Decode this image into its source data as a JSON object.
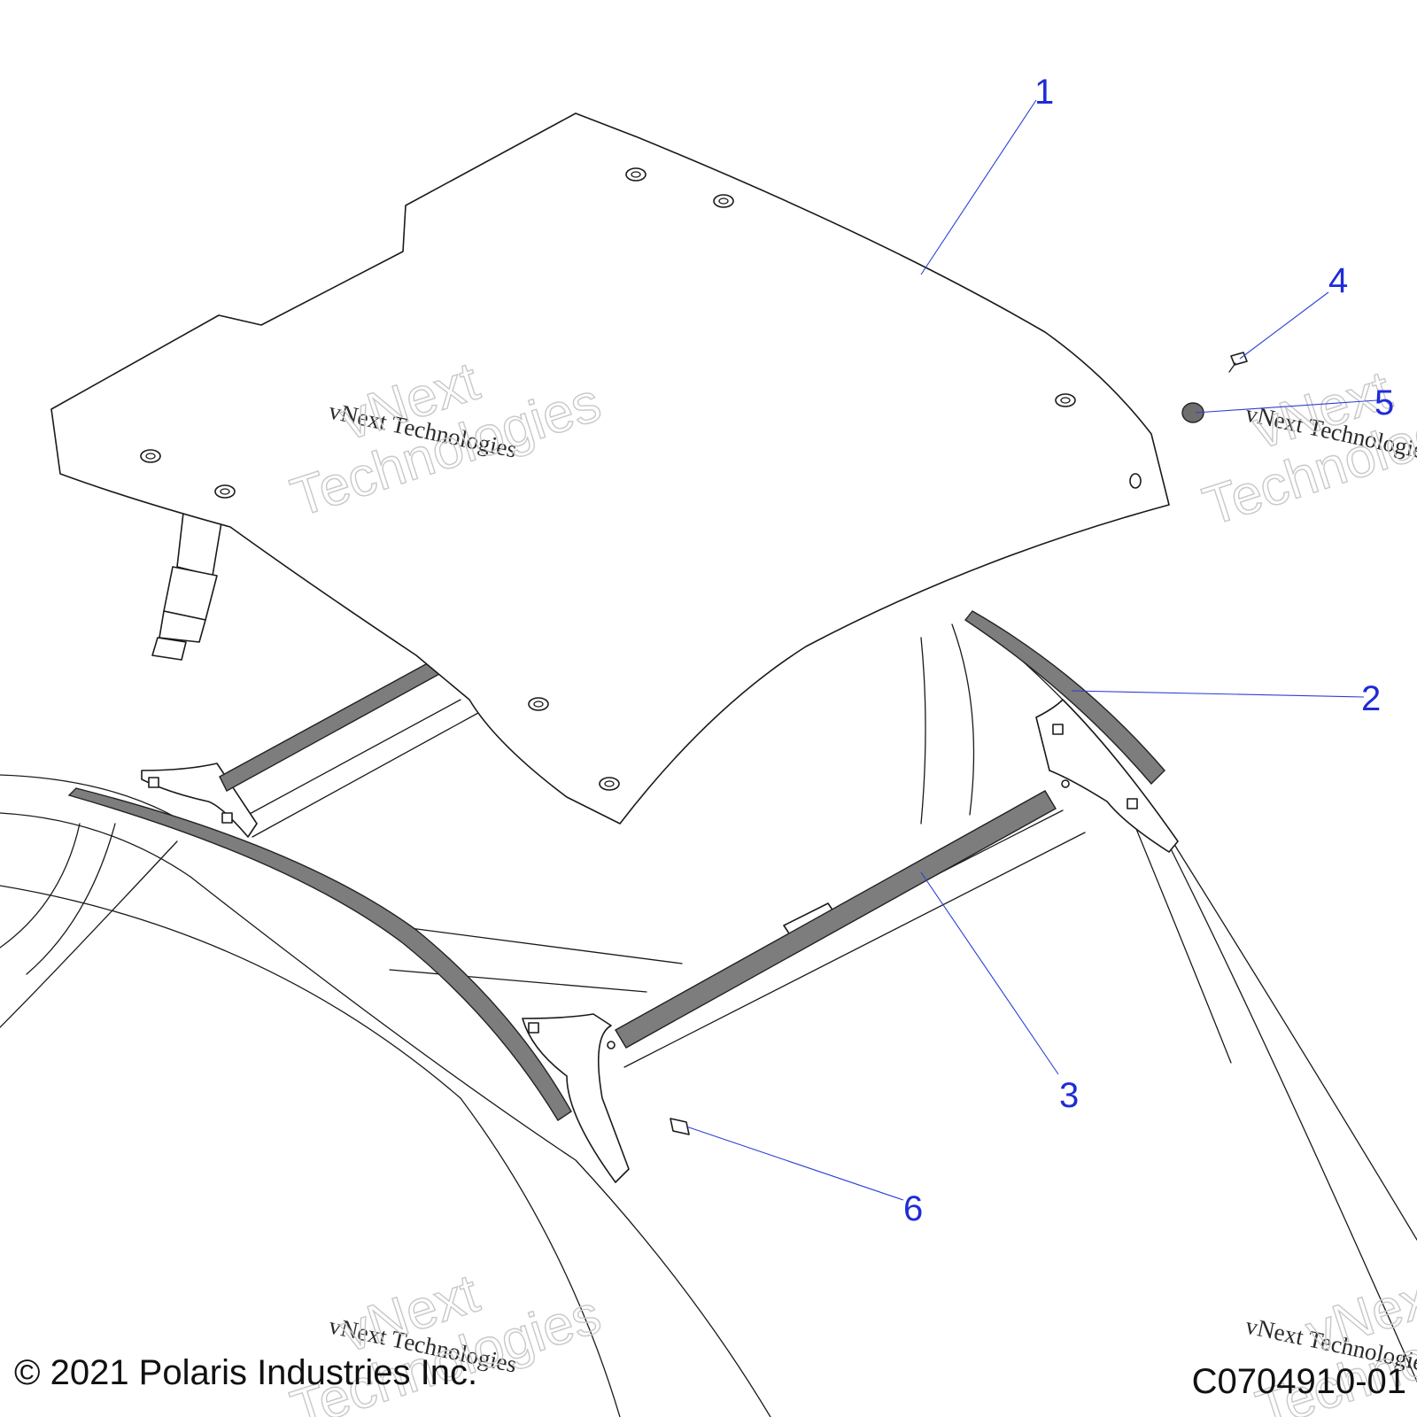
{
  "callouts": [
    {
      "id": "1",
      "label": "1"
    },
    {
      "id": "2",
      "label": "2"
    },
    {
      "id": "3",
      "label": "3"
    },
    {
      "id": "4",
      "label": "4"
    },
    {
      "id": "5",
      "label": "5"
    },
    {
      "id": "6",
      "label": "6"
    }
  ],
  "watermark": {
    "line_serif": "vNext Technologies",
    "line_big_1": "vNext",
    "line_big_2": "Technologies"
  },
  "footer": {
    "copyright": "© 2021 Polaris Industries Inc.",
    "drawing_number": "C0704910-01"
  },
  "colors": {
    "callout": "#1f2bd8",
    "leader": "#2e3fd6",
    "seal": "#7d7d7d",
    "outline": "#1a1a1a"
  }
}
